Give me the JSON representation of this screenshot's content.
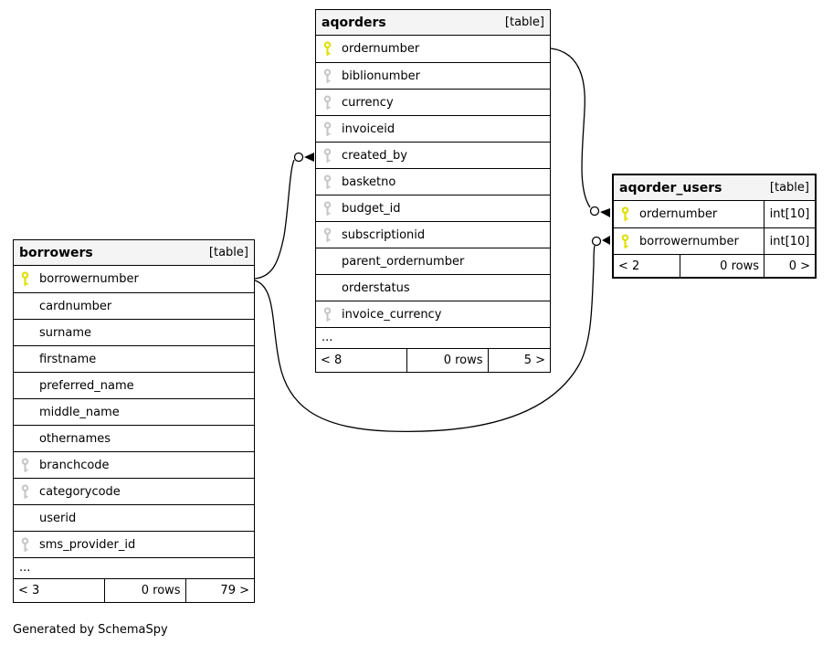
{
  "credit": "Generated by SchemaSpy",
  "colors": {
    "primary_key_icon": "#dfdf00",
    "foreign_key_icon": "#c6c6c6",
    "header_background": "#f4f4f4",
    "border": "#000000"
  },
  "tables": {
    "aqorders": {
      "title": "aqorders",
      "tag": "[table]",
      "columns": [
        {
          "name": "ordernumber",
          "key": "primary"
        },
        {
          "name": "biblionumber",
          "key": "foreign"
        },
        {
          "name": "currency",
          "key": "foreign"
        },
        {
          "name": "invoiceid",
          "key": "foreign"
        },
        {
          "name": "created_by",
          "key": "foreign"
        },
        {
          "name": "basketno",
          "key": "foreign"
        },
        {
          "name": "budget_id",
          "key": "foreign"
        },
        {
          "name": "subscriptionid",
          "key": "foreign"
        },
        {
          "name": "parent_ordernumber",
          "key": "none"
        },
        {
          "name": "orderstatus",
          "key": "none"
        },
        {
          "name": "invoice_currency",
          "key": "foreign"
        }
      ],
      "ellipsis": "...",
      "footer": {
        "left": "< 8",
        "center": "0 rows",
        "right": "5 >"
      }
    },
    "borrowers": {
      "title": "borrowers",
      "tag": "[table]",
      "columns": [
        {
          "name": "borrowernumber",
          "key": "primary"
        },
        {
          "name": "cardnumber",
          "key": "none"
        },
        {
          "name": "surname",
          "key": "none"
        },
        {
          "name": "firstname",
          "key": "none"
        },
        {
          "name": "preferred_name",
          "key": "none"
        },
        {
          "name": "middle_name",
          "key": "none"
        },
        {
          "name": "othernames",
          "key": "none"
        },
        {
          "name": "branchcode",
          "key": "foreign"
        },
        {
          "name": "categorycode",
          "key": "foreign"
        },
        {
          "name": "userid",
          "key": "none"
        },
        {
          "name": "sms_provider_id",
          "key": "foreign"
        }
      ],
      "ellipsis": "...",
      "footer": {
        "left": "< 3",
        "center": "0 rows",
        "right": "79 >"
      }
    },
    "aqorder_users": {
      "title": "aqorder_users",
      "tag": "[table]",
      "columns": [
        {
          "name": "ordernumber",
          "type": "int[10]",
          "key": "primary"
        },
        {
          "name": "borrowernumber",
          "type": "int[10]",
          "key": "primary"
        }
      ],
      "footer": {
        "left": "< 2",
        "center": "0 rows",
        "right": "0 >"
      }
    }
  },
  "relationships": [
    {
      "from": "borrowers.borrowernumber",
      "to": "aqorders.created_by"
    },
    {
      "from": "aqorders.ordernumber",
      "to": "aqorder_users.ordernumber"
    },
    {
      "from": "borrowers.borrowernumber",
      "to": "aqorder_users.borrowernumber"
    }
  ]
}
